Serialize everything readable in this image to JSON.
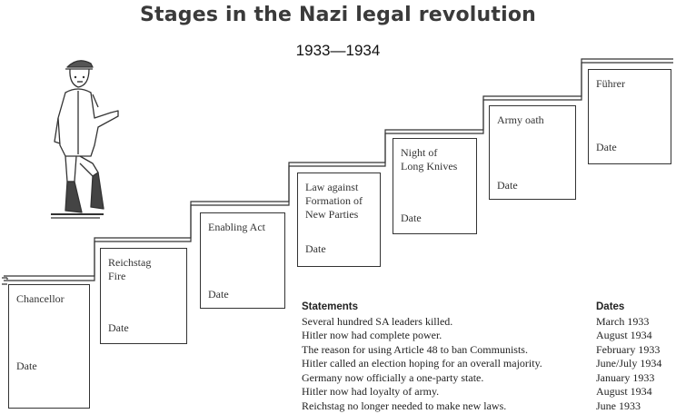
{
  "title": "Stages in the Nazi legal revolution",
  "subtitle": "1933—1934",
  "stages": [
    {
      "label": "Chancellor",
      "date_label": "Date"
    },
    {
      "label": "Reichstag\nFire",
      "date_label": "Date"
    },
    {
      "label": "Enabling Act",
      "date_label": "Date"
    },
    {
      "label": "Law against\nFormation of\nNew Parties",
      "date_label": "Date"
    },
    {
      "label": "Night of\nLong Knives",
      "date_label": "Date"
    },
    {
      "label": "Army oath",
      "date_label": "Date"
    },
    {
      "label": "Führer",
      "date_label": "Date"
    }
  ],
  "statements": {
    "header": "Statements",
    "items": [
      "Several hundred SA leaders killed.",
      "Hitler now had complete power.",
      "The reason for using Article 48 to ban Communists.",
      "Hitler called an election hoping for an overall majority.",
      "Germany now officially a one-party state.",
      "Hitler now had loyalty of army.",
      "Reichstag no longer needed to make new laws."
    ]
  },
  "dates": {
    "header": "Dates",
    "items": [
      "March 1933",
      "August 1934",
      "February 1933",
      "June/July 1934",
      "January 1933",
      "August 1934",
      "June 1933"
    ]
  },
  "illustration": "hitler-figure-icon"
}
